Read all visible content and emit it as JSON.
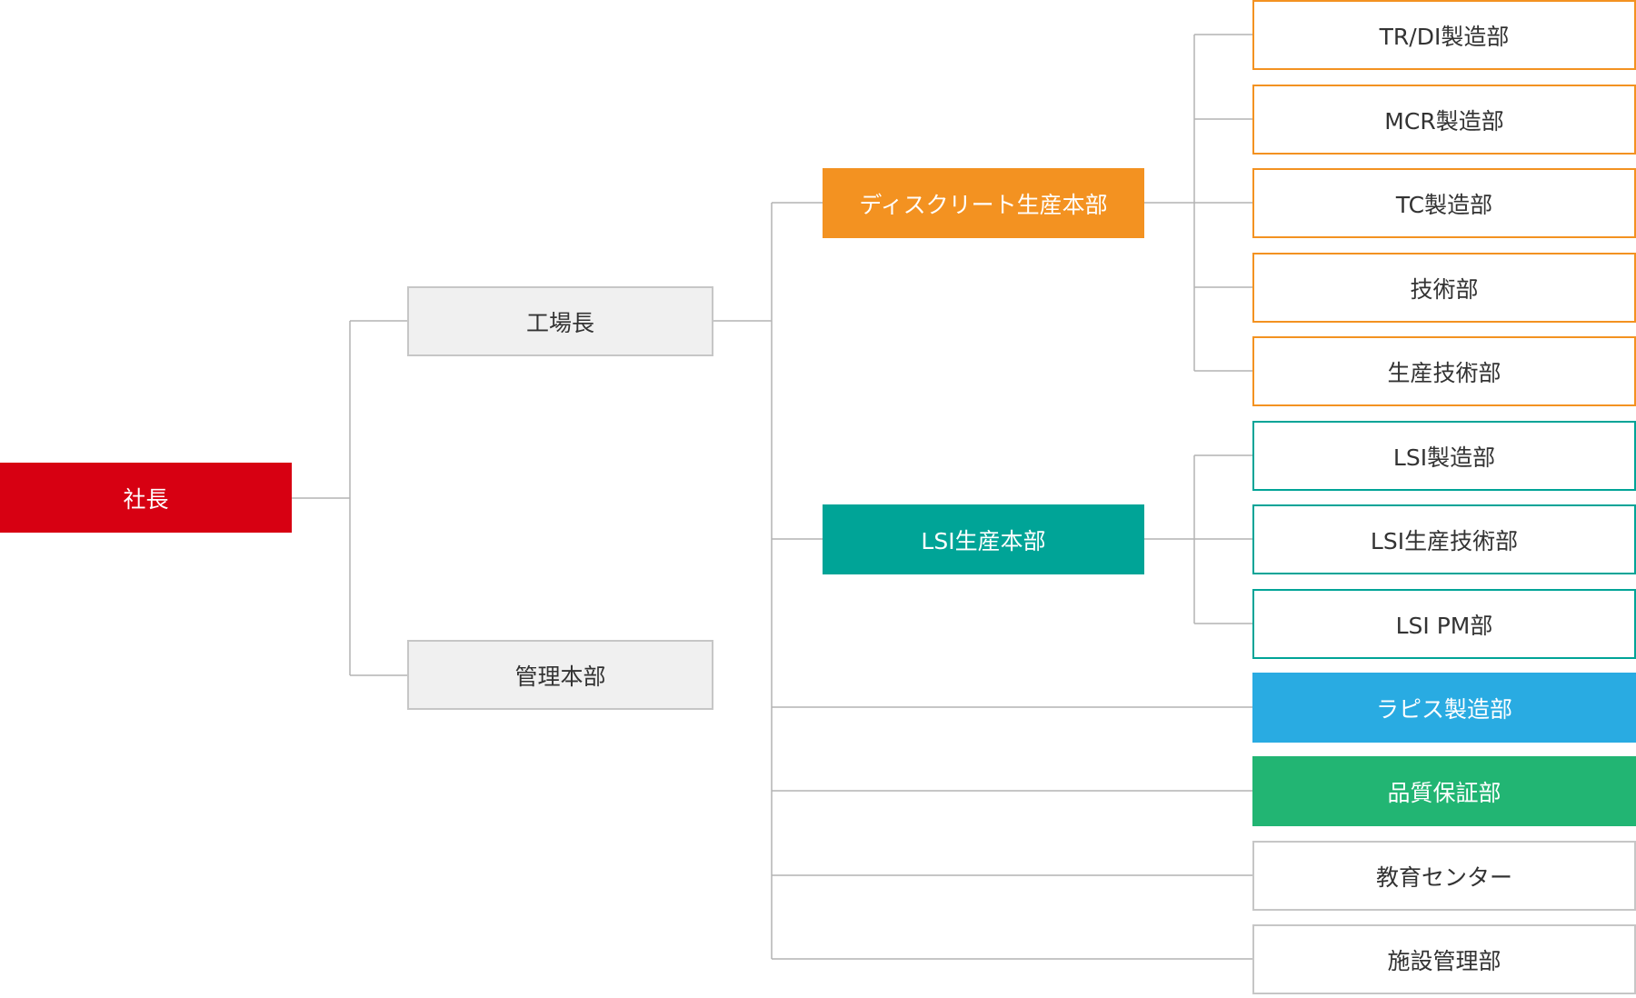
{
  "colors": {
    "president": "#d70012",
    "discrete": "#f39221",
    "lsi": "#00a497",
    "lapis": "#29abe2",
    "quality": "#22b573",
    "line": "#b4b4b4",
    "neutral_border": "#c6c6c6",
    "neutral_fill": "#f0f0f0"
  },
  "org": {
    "president": "社長",
    "plant_manager": "工場長",
    "admin_hq": "管理本部",
    "discrete_hq": "ディスクリート生産本部",
    "lsi_hq": "LSI生産本部",
    "discrete_depts": [
      "TR/DI製造部",
      "MCR製造部",
      "TC製造部",
      "技術部",
      "生産技術部"
    ],
    "lsi_depts": [
      "LSI製造部",
      "LSI生産技術部",
      "LSI PM部"
    ],
    "other_depts": [
      "ラピス製造部",
      "品質保証部",
      "教育センター",
      "施設管理部"
    ]
  }
}
